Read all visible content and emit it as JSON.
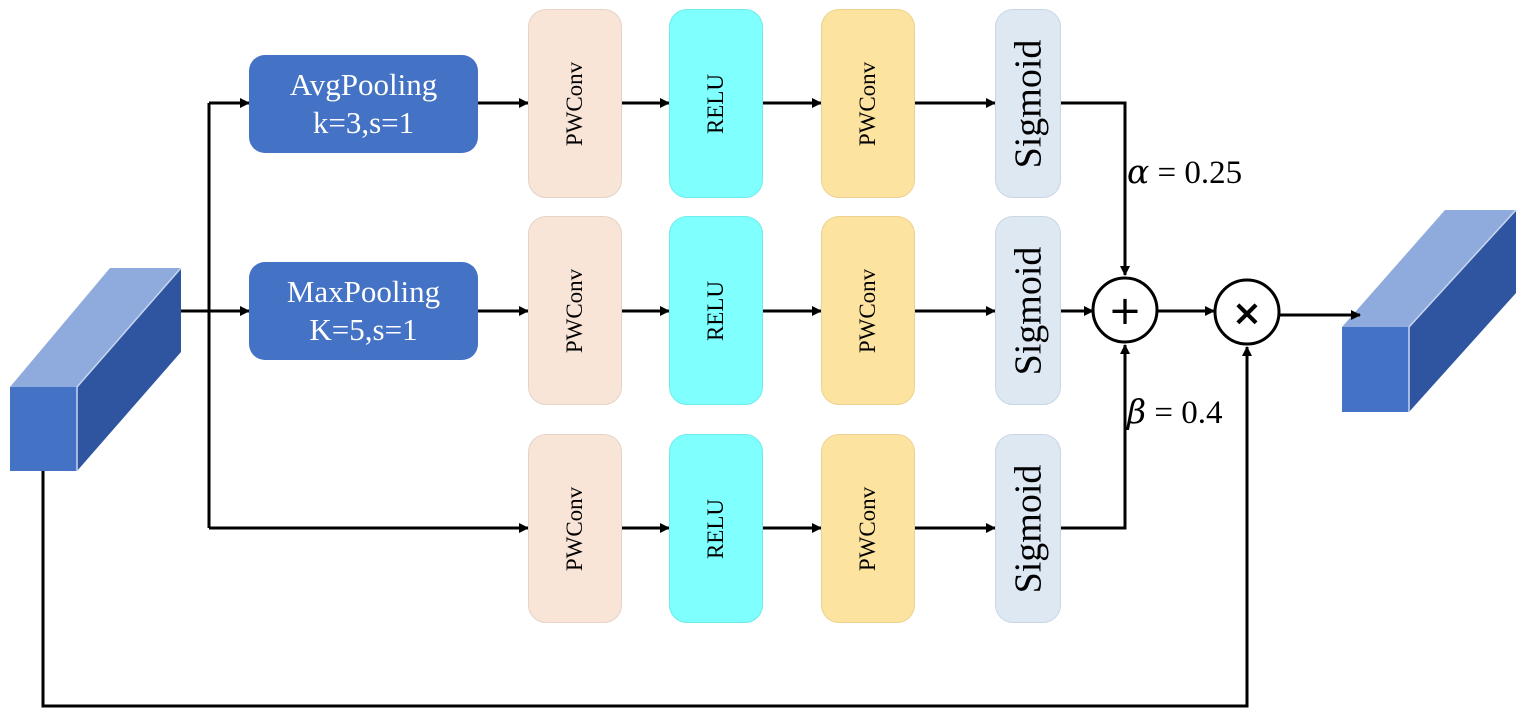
{
  "pooling": {
    "avg": {
      "name": "AvgPooling",
      "params": "k=3,s=1"
    },
    "max": {
      "name": "MaxPooling",
      "params": "K=5,s=1"
    }
  },
  "blocks": {
    "pwconv": "PWConv",
    "relu": "RELU",
    "sigmoid": "Sigmoid"
  },
  "weights": {
    "alpha": {
      "symbol": "α",
      "equals": "= 0.25"
    },
    "beta": {
      "symbol": "β",
      "equals": "= 0.4"
    }
  },
  "operators": {
    "add": "+",
    "multiply": "×"
  },
  "colors": {
    "pool_fill": "#4472C4",
    "pwconv_fill": "#F8E5D8",
    "relu_fill": "#80FFFF",
    "pwconv2_fill": "#FDE3A0",
    "sigmoid_fill": "#DEE8F3",
    "cube_front": "#4472C4",
    "cube_top": "#8FAADC",
    "cube_side": "#2F55A0"
  }
}
